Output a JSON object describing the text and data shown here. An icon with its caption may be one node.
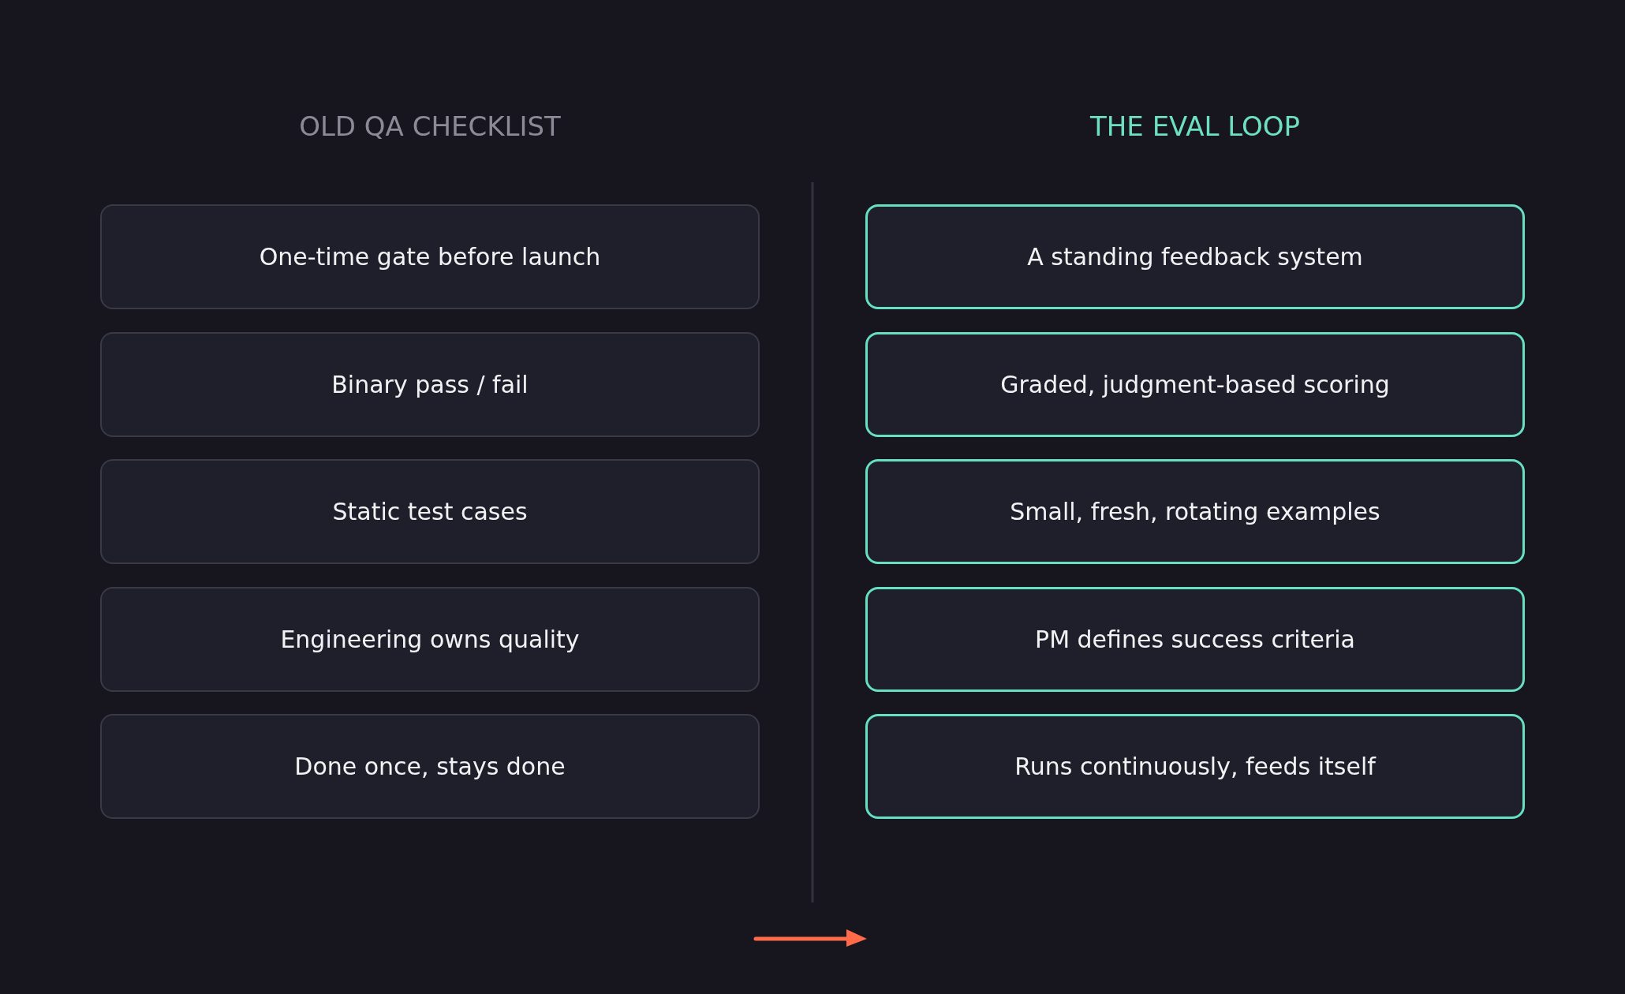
{
  "diagram": {
    "nodes": [
      {
        "text": [
          "One-time gate before launch"
        ]
      },
      {
        "text": [
          "Binary pass / fail"
        ]
      },
      {
        "text": [
          "Static test cases"
        ]
      },
      {
        "text": [
          "Engineering owns quality"
        ]
      },
      {
        "text": [
          "Done once, stays done"
        ]
      },
      {
        "text": [
          "A standing feedback system"
        ]
      },
      {
        "text": [
          "Graded, judgment-based scoring"
        ]
      },
      {
        "text": [
          "Small, fresh, rotating examples"
        ]
      },
      {
        "text": [
          "PM defines success criteria"
        ]
      },
      {
        "text": [
          "Runs continuously, feeds itself"
        ]
      }
    ],
    "labels": [
      "OLD QA CHECKLIST",
      "THE EVAL LOOP"
    ]
  }
}
